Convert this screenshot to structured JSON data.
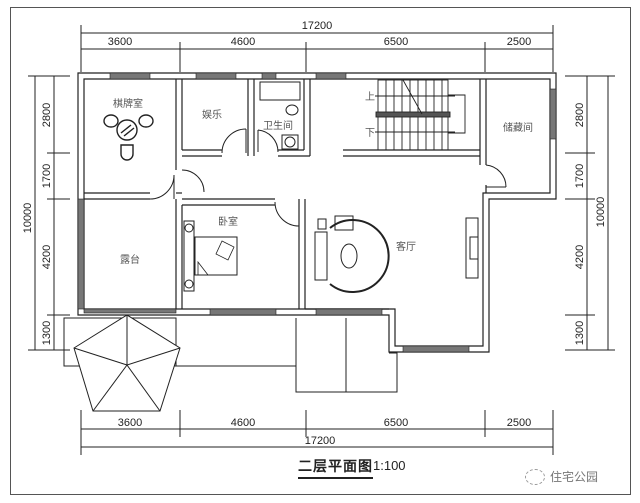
{
  "plan": {
    "title": "二层平面图",
    "scale": "1:100",
    "watermark": "住宅公园"
  },
  "dimensions": {
    "top_total": "17200",
    "top_segments": [
      "3600",
      "4600",
      "6500",
      "2500"
    ],
    "bottom_total": "17200",
    "bottom_segments": [
      "3600",
      "4600",
      "6500",
      "2500"
    ],
    "left_total": "10000",
    "left_segments": [
      "2800",
      "1700",
      "4200",
      "1300"
    ],
    "right_total": "10000",
    "right_segments": [
      "2800",
      "1700",
      "4200",
      "1300"
    ]
  },
  "rooms": {
    "chess_room": "棋牌室",
    "entertainment": "娱乐",
    "bathroom": "卫生间",
    "storage": "储藏间",
    "terrace": "露台",
    "bedroom": "卧室",
    "living_room": "客厅"
  },
  "stairs": {
    "up": "上",
    "down": "下"
  },
  "colors": {
    "line": "#222222",
    "window": "#777777",
    "label": "#555555"
  }
}
